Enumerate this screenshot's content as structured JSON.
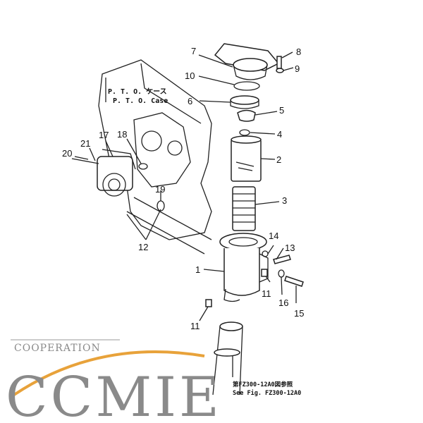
{
  "diagram": {
    "case_label_jp": "P. T. O. ケース",
    "case_label_en": "P. T. O. Case",
    "note_jp": "第FZ300-12A0図参照",
    "note_en": "See Fig. FZ300-12A0",
    "callouts": {
      "c1": "1",
      "c2": "2",
      "c3": "3",
      "c4": "4",
      "c5": "5",
      "c6": "6",
      "c7": "7",
      "c8": "8",
      "c9": "9",
      "c10": "10",
      "c11a": "11",
      "c11b": "11",
      "c12": "12",
      "c13": "13",
      "c14": "14",
      "c15": "15",
      "c16": "16",
      "c17": "17",
      "c18": "18",
      "c19": "19",
      "c20": "20",
      "c21": "21"
    }
  },
  "watermark": {
    "brand": "CCMIE",
    "sub": "COOPERATION",
    "accent": "#e8a23a"
  }
}
